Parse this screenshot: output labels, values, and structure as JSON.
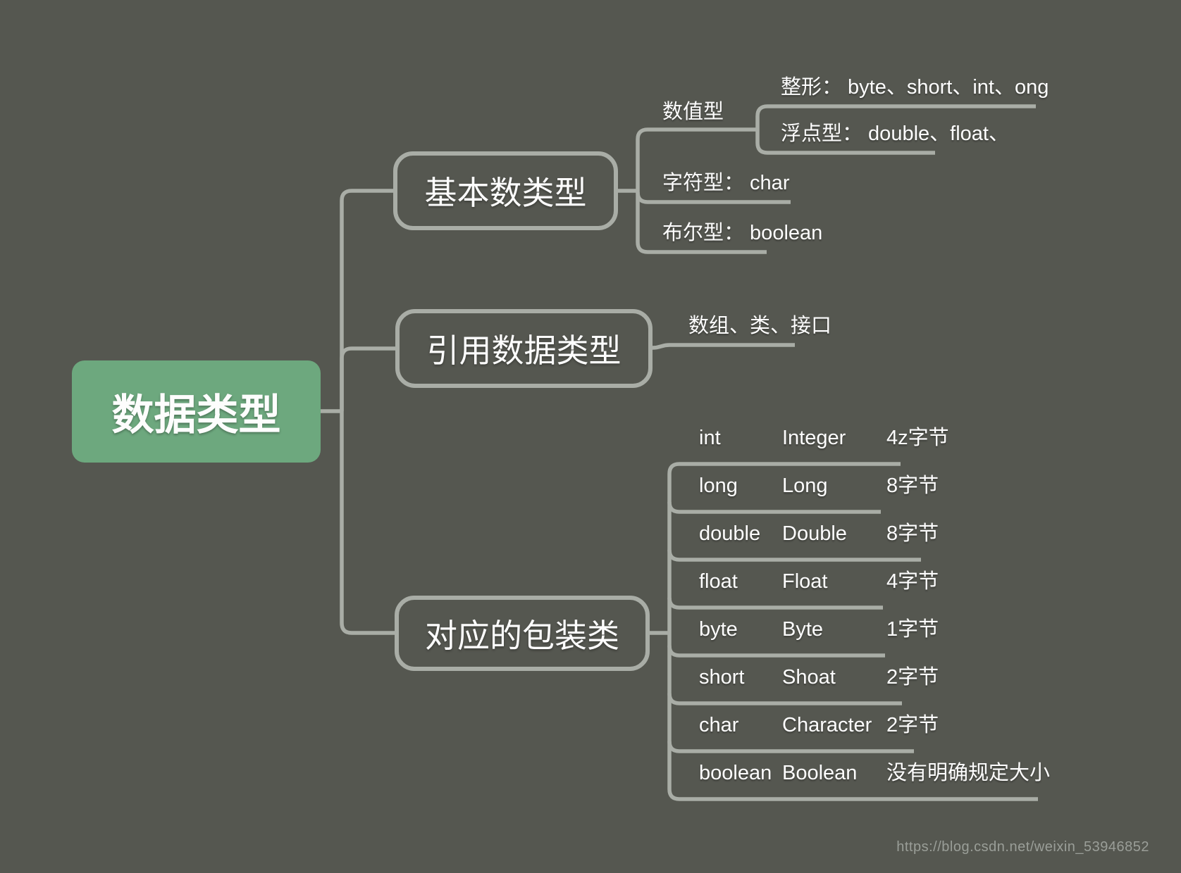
{
  "colors": {
    "bg": "#555750",
    "line": "#a9ada6",
    "root_bg": "#6da87e",
    "text": "#fdfdfd",
    "watermark": "#9a9e98"
  },
  "root": {
    "label": "数据类型"
  },
  "branches": [
    {
      "label": "基本数类型",
      "children": [
        {
          "label": "数值型",
          "children": [
            {
              "label": "整形： byte、short、int、ong"
            },
            {
              "label": "浮点型： double、float、"
            }
          ]
        },
        {
          "label": "字符型： char"
        },
        {
          "label": "布尔型： boolean"
        }
      ]
    },
    {
      "label": "引用数据类型",
      "children": [
        {
          "label": "数组、类、接口"
        }
      ]
    },
    {
      "label": "对应的包装类",
      "rows": [
        {
          "primitive": "int",
          "wrapper": "Integer",
          "size": "4z字节"
        },
        {
          "primitive": "long",
          "wrapper": "Long",
          "size": "8字节"
        },
        {
          "primitive": "double",
          "wrapper": "Double",
          "size": "8字节"
        },
        {
          "primitive": "float",
          "wrapper": "Float",
          "size": "4字节"
        },
        {
          "primitive": "byte",
          "wrapper": "Byte",
          "size": "1字节"
        },
        {
          "primitive": "short",
          "wrapper": "Shoat",
          "size": "2字节"
        },
        {
          "primitive": "char",
          "wrapper": "Character",
          "size": "2字节"
        },
        {
          "primitive": "boolean",
          "wrapper": "Boolean",
          "size": "没有明确规定大小"
        }
      ]
    }
  ],
  "watermark": "https://blog.csdn.net/weixin_53946852"
}
